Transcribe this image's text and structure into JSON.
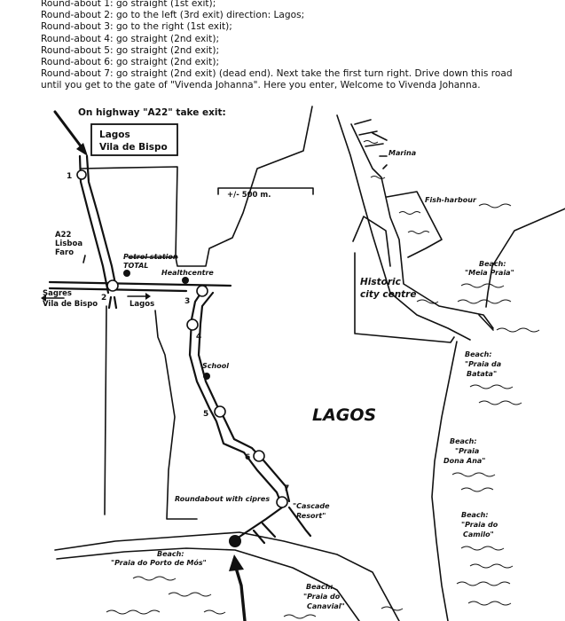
{
  "directions": [
    "Round-about 1: go straight (1st exit);",
    "Round-about 2: go to the left (3rd exit) direction: Lagos;",
    "Round-about 3: go to the right (1st exit);",
    "Round-about 4: go straight (2nd exit);",
    "Round-about 5: go straight (2nd exit);",
    "Round-about 6: go straight (2nd exit);",
    "Round-about 7: go straight (2nd exit) (dead end). Next take the first turn right. Drive down this road",
    "until you get to the gate of \"Vivenda Johanna\". Here you enter, Welcome to Vivenda Johanna."
  ],
  "map": {
    "highway_note": "On highway \"A22\" take exit:",
    "exit_box": [
      "Lagos",
      "Vila de Bispo"
    ],
    "scale": "+/- 500 m.",
    "town": "LAGOS",
    "historic": [
      "Historic",
      "city centre"
    ],
    "roundabouts": [
      "1",
      "2",
      "3",
      "4",
      "5",
      "6",
      "7"
    ],
    "places": {
      "a22": [
        "A22",
        "Lisboa",
        "Faro"
      ],
      "petrol": [
        "Petrol station",
        "TOTAL"
      ],
      "health": "Healthcentre",
      "sagres": [
        "Sagres",
        "Vila de Bispo"
      ],
      "lagos_arrow": "Lagos",
      "school": "School",
      "cipres": "Roundabout with cipres",
      "cascade": [
        "\"Cascade",
        "Resort\""
      ],
      "marina": "Marina",
      "fish": "Fish-harbour"
    },
    "beaches": {
      "meia": [
        "Beach:",
        "\"Meia Praia\""
      ],
      "batata": [
        "Beach:",
        "\"Praia da",
        "Batata\""
      ],
      "dona": [
        "Beach:",
        "\"Praia",
        "Dona Ana\""
      ],
      "camilo": [
        "Beach:",
        "\"Praia do",
        "Camilo\""
      ],
      "porto": [
        "Beach:",
        "\"Praia do Porto de Mós\""
      ],
      "canavial": [
        "Beach:",
        "\"Praia do",
        "Canavial\""
      ]
    }
  }
}
